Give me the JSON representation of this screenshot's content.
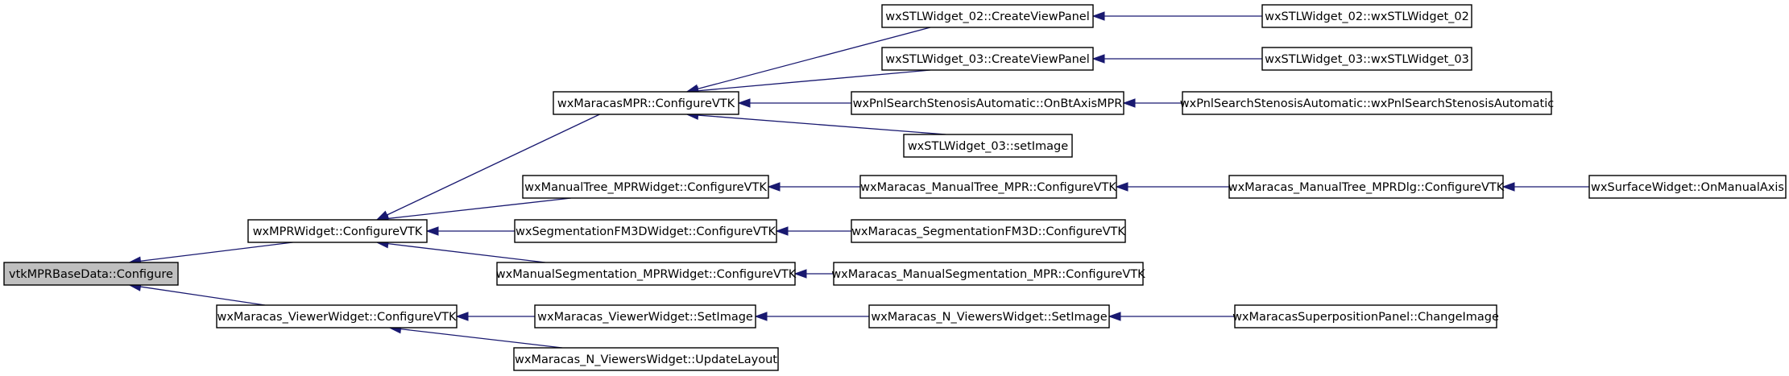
{
  "diagram": {
    "type": "caller-graph",
    "nodes": [
      {
        "id": "n0",
        "label": "vtkMPRBaseData::Configure",
        "highlighted": true
      },
      {
        "id": "n1",
        "label": "wxMPRWidget::ConfigureVTK"
      },
      {
        "id": "n2",
        "label": "wxMaracas_ViewerWidget::ConfigureVTK"
      },
      {
        "id": "n3",
        "label": "wxMaracasMPR::ConfigureVTK"
      },
      {
        "id": "n4",
        "label": "wxManualTree_MPRWidget::ConfigureVTK"
      },
      {
        "id": "n5",
        "label": "wxSegmentationFM3DWidget::ConfigureVTK"
      },
      {
        "id": "n6",
        "label": "wxManualSegmentation_MPRWidget::ConfigureVTK"
      },
      {
        "id": "n7",
        "label": "wxMaracas_ViewerWidget::SetImage"
      },
      {
        "id": "n8",
        "label": "wxMaracas_N_ViewersWidget::UpdateLayout"
      },
      {
        "id": "n9",
        "label": "wxSTLWidget_02::CreateViewPanel"
      },
      {
        "id": "n10",
        "label": "wxSTLWidget_03::CreateViewPanel"
      },
      {
        "id": "n11",
        "label": "wxPnlSearchStenosisAutomatic::OnBtAxisMPR"
      },
      {
        "id": "n12",
        "label": "wxSTLWidget_03::setImage"
      },
      {
        "id": "n13",
        "label": "wxMaracas_ManualTree_MPR::ConfigureVTK"
      },
      {
        "id": "n14",
        "label": "wxMaracas_SegmentationFM3D::ConfigureVTK"
      },
      {
        "id": "n15",
        "label": "wxMaracas_ManualSegmentation_MPR::ConfigureVTK"
      },
      {
        "id": "n16",
        "label": "wxMaracas_N_ViewersWidget::SetImage"
      },
      {
        "id": "n17",
        "label": "wxSTLWidget_02::wxSTLWidget_02"
      },
      {
        "id": "n18",
        "label": "wxSTLWidget_03::wxSTLWidget_03"
      },
      {
        "id": "n19",
        "label": "wxPnlSearchStenosisAutomatic::wxPnlSearchStenosisAutomatic"
      },
      {
        "id": "n20",
        "label": "wxMaracas_ManualTree_MPRDlg::ConfigureVTK"
      },
      {
        "id": "n21",
        "label": "wxMaracasSuperpositionPanel::ChangeImage"
      },
      {
        "id": "n22",
        "label": "wxSurfaceWidget::OnManualAxis"
      }
    ],
    "edges": [
      {
        "from": "n1",
        "to": "n0"
      },
      {
        "from": "n2",
        "to": "n0"
      },
      {
        "from": "n3",
        "to": "n1"
      },
      {
        "from": "n4",
        "to": "n1"
      },
      {
        "from": "n5",
        "to": "n1"
      },
      {
        "from": "n6",
        "to": "n1"
      },
      {
        "from": "n7",
        "to": "n2"
      },
      {
        "from": "n8",
        "to": "n2"
      },
      {
        "from": "n9",
        "to": "n3"
      },
      {
        "from": "n10",
        "to": "n3"
      },
      {
        "from": "n11",
        "to": "n3"
      },
      {
        "from": "n12",
        "to": "n3"
      },
      {
        "from": "n13",
        "to": "n4"
      },
      {
        "from": "n14",
        "to": "n5"
      },
      {
        "from": "n15",
        "to": "n6"
      },
      {
        "from": "n16",
        "to": "n7"
      },
      {
        "from": "n17",
        "to": "n9"
      },
      {
        "from": "n18",
        "to": "n10"
      },
      {
        "from": "n19",
        "to": "n11"
      },
      {
        "from": "n20",
        "to": "n13"
      },
      {
        "from": "n21",
        "to": "n16"
      },
      {
        "from": "n22",
        "to": "n20"
      }
    ],
    "colors": {
      "edge": "#191970",
      "node_border": "#000000",
      "node_fill": "#ffffff",
      "highlight_fill": "#bfbfbf"
    }
  }
}
